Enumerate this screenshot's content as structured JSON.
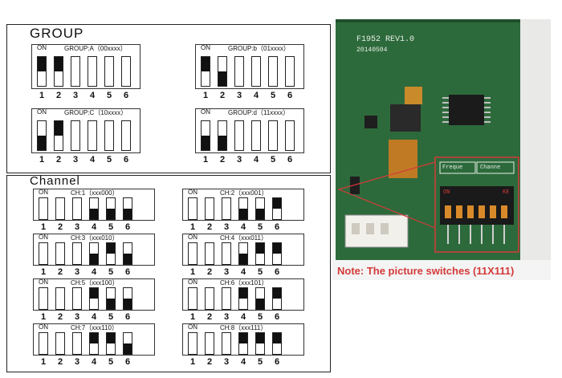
{
  "group": {
    "title": "GROUP",
    "on_label": "ON",
    "numbers": [
      "1",
      "2",
      "3",
      "4",
      "5",
      "6"
    ],
    "blocks": [
      {
        "caption": "GROUP:A（00xxxx）",
        "positions": [
          "up",
          "up",
          "off",
          "off",
          "off",
          "off"
        ]
      },
      {
        "caption": "GROUP:b（01xxxx）",
        "positions": [
          "up",
          "down",
          "off",
          "off",
          "off",
          "off"
        ]
      },
      {
        "caption": "GROUP:C（10xxxx）",
        "positions": [
          "down",
          "up",
          "off",
          "off",
          "off",
          "off"
        ]
      },
      {
        "caption": "GROUP:d（11xxxx）",
        "positions": [
          "down",
          "down",
          "off",
          "off",
          "off",
          "off"
        ]
      }
    ]
  },
  "channel": {
    "title": "Channel",
    "on_label": "ON",
    "numbers": [
      "1",
      "2",
      "3",
      "4",
      "5",
      "6"
    ],
    "blocks": [
      {
        "caption": "CH:1（xxx000）",
        "positions": [
          "off",
          "off",
          "off",
          "down",
          "down",
          "down"
        ]
      },
      {
        "caption": "CH:2（xxx001）",
        "positions": [
          "off",
          "off",
          "off",
          "down",
          "down",
          "up"
        ]
      },
      {
        "caption": "CH:3（xxx010）",
        "positions": [
          "off",
          "off",
          "off",
          "down",
          "up",
          "down"
        ]
      },
      {
        "caption": "CH:4（xxx011）",
        "positions": [
          "off",
          "off",
          "off",
          "down",
          "up",
          "up"
        ]
      },
      {
        "caption": "CH:5（xxx100）",
        "positions": [
          "off",
          "off",
          "off",
          "up",
          "down",
          "down"
        ]
      },
      {
        "caption": "CH:6（xxx101）",
        "positions": [
          "off",
          "off",
          "off",
          "up",
          "down",
          "up"
        ]
      },
      {
        "caption": "CH:7（xxx110）",
        "positions": [
          "off",
          "off",
          "off",
          "up",
          "up",
          "down"
        ]
      },
      {
        "caption": "CH:8（xxx111）",
        "positions": [
          "off",
          "off",
          "off",
          "up",
          "up",
          "up"
        ]
      }
    ]
  },
  "photo": {
    "board_label": "F1952 REV1.0",
    "board_date": "20140504",
    "switch_left_label": "Freque",
    "switch_right_label": "Channe",
    "switch_on_label": "ON",
    "switch_brand": "KE",
    "note": "Note: The picture switches (11X111)",
    "note_color": "#d43a3a",
    "pcb_color": "#2e6b3a"
  }
}
